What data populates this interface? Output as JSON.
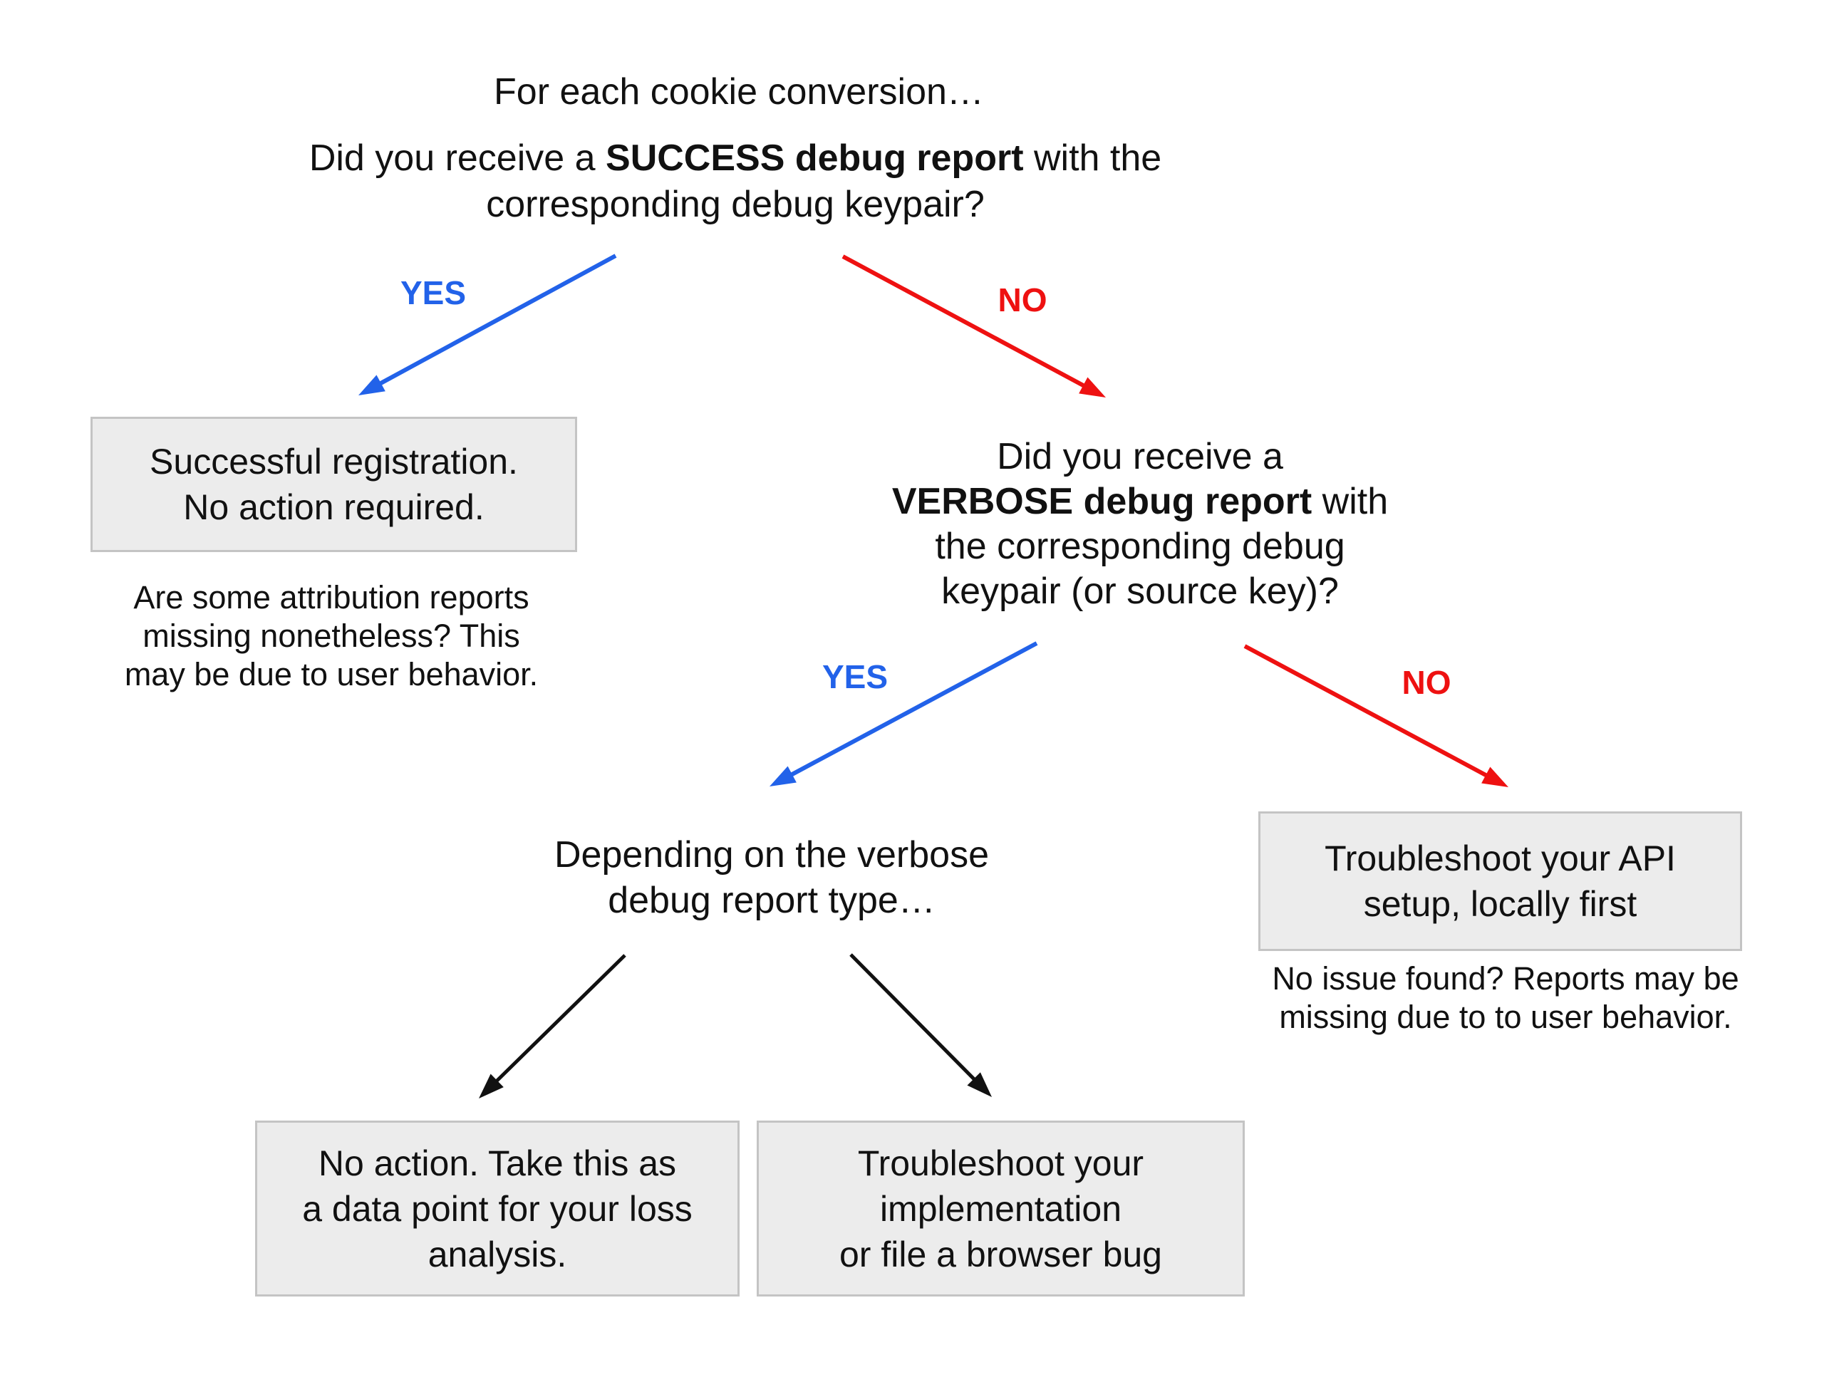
{
  "title": "For each cookie conversion…",
  "question1": {
    "pre": "Did you receive a ",
    "bold": "SUCCESS debug report",
    "post": " with the",
    "line2": "corresponding debug keypair?"
  },
  "labels": {
    "yes1": "YES",
    "no1": "NO",
    "yes2": "YES",
    "no2": "NO"
  },
  "boxes": {
    "success": {
      "lines": [
        "Successful registration.",
        "No action required."
      ]
    },
    "api": {
      "lines": [
        "Troubleshoot your API",
        "setup, locally first"
      ]
    },
    "no_action": {
      "lines": [
        "No action. Take this as",
        "a data point for your loss",
        "analysis."
      ]
    },
    "implementation": {
      "lines": [
        "Troubleshoot your",
        "implementation",
        "or file a browser bug"
      ]
    }
  },
  "notes": {
    "left": {
      "lines": [
        "Are some attribution reports",
        "missing nonetheless? This",
        "may be due to user behavior."
      ]
    },
    "right": {
      "lines": [
        "No issue found? Reports may be",
        "missing due to to user behavior."
      ]
    }
  },
  "question2": {
    "line1": "Did you receive a",
    "bold": "VERBOSE debug report",
    "post": " with",
    "line3": "the corresponding debug",
    "line4": "keypair (or source key)?"
  },
  "depending": {
    "lines": [
      "Depending on the verbose",
      "debug report type…"
    ]
  },
  "colors": {
    "yes": "#2262e9",
    "no": "#ee1111",
    "black": "#111111",
    "box_bg": "#ececec",
    "box_border": "#c4c4c4",
    "text": "#111111"
  }
}
